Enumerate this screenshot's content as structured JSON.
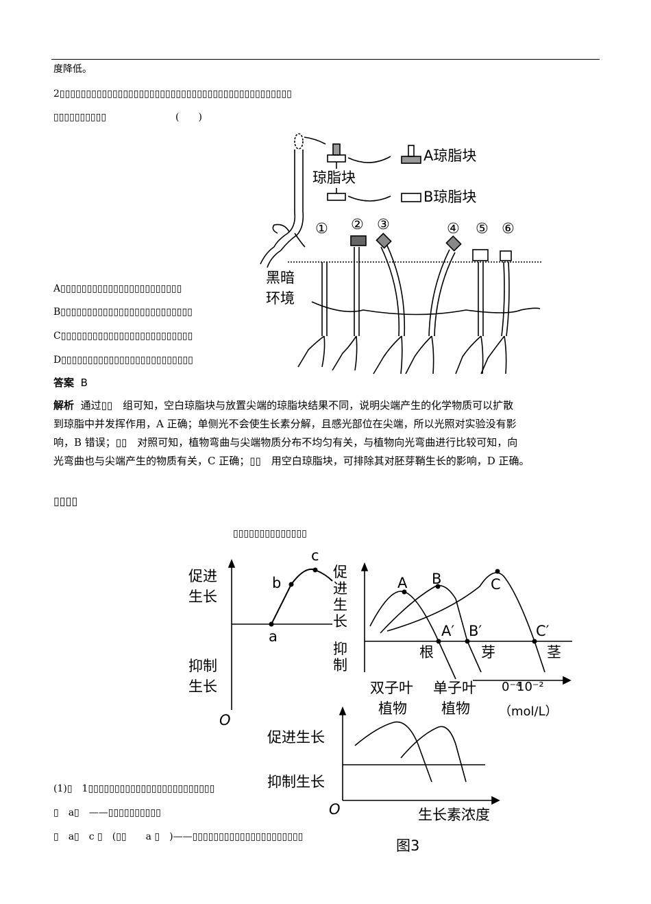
{
  "page": {
    "continuation": "度降低。",
    "q2_line1": "2▯▯▯▯▯▯▯▯▯▯▯▯▯▯▯▯▯▯▯▯▯▯▯▯▯▯▯▯▯▯▯▯▯▯▯▯▯▯▯▯▯▯▯▯",
    "q2_line2": "▯▯▯▯▯▯▯▯▯▯",
    "q2_paren": "(　　)",
    "options": [
      "A▯▯▯▯▯▯▯▯▯▯▯▯▯▯▯▯▯▯▯▯▯▯▯",
      "B▯▯▯▯▯▯▯▯▯▯▯▯▯▯▯▯▯▯▯▯▯▯▯▯▯",
      "C▯▯▯▯▯▯▯▯▯▯▯▯▯▯▯▯▯▯▯▯▯▯▯▯▯",
      "D▯▯▯▯▯▯▯▯▯▯▯▯▯▯▯▯▯▯▯▯▯▯▯▯▯"
    ],
    "answer_label": "答案",
    "answer_value": "B",
    "analysis_label": "解析",
    "analysis_lines": [
      "通过▯▯　组可知，空白琼脂块与放置尖端的琼脂块结果不同，说明尖端产生的化学物质可以扩散",
      "到琼脂中并发挥作用，A 正确；单侧光不会使生长素分解，且感光部位在尖端，所以光照对实验没有影",
      "响，B 错误；▯▯　对照可知，植物弯曲与尖端物质分布不均匀有关，与植物向光弯曲进行比较可知，向",
      "光弯曲也与尖端产生的物质有关，C 正确；▯▯　用空白琼脂块，可排除其对胚芽鞘生长的影响，D 正确。"
    ],
    "section_heading": "▯▯▯▯",
    "figure_caption": "▯▯▯▯▯▯▯▯▯▯▯▯▯▯",
    "bottom_lines": [
      "(1)▯　1▯▯▯▯▯▯▯▯▯▯▯▯▯▯▯▯▯▯▯▯▯▯▯▯",
      "▯　a▯　——▯▯▯▯▯▯▯▯▯▯",
      "▯　a▯　c ▯　(▯▯　　a ▯　)——▯▯▯▯▯▯▯▯▯▯▯▯▯▯▯▯▯▯▯▯▯"
    ]
  },
  "figure_top": {
    "agar_label": "琼脂块",
    "agar_a": "A琼脂块",
    "agar_b": "B琼脂块",
    "dark_env_1": "黑暗",
    "dark_env_2": "环境",
    "numbers": [
      "①",
      "②",
      "③",
      "④",
      "⑤",
      "⑥"
    ]
  },
  "fig1": {
    "promote_1": "促进",
    "promote_2": "生长",
    "inhibit_1": "抑制",
    "inhibit_2": "生长",
    "origin": "O",
    "points": [
      "a",
      "b",
      "c"
    ]
  },
  "fig2": {
    "promote_chars": [
      "促",
      "进",
      "生",
      "长"
    ],
    "inhibit_chars": [
      "抑",
      "制"
    ],
    "peaks": [
      "A",
      "B",
      "C"
    ],
    "crossings": [
      "A′",
      "B′",
      "C′"
    ],
    "organs": [
      "根",
      "芽",
      "茎"
    ],
    "axis_tick_partial": "0⁻⁴",
    "axis_tick": "10⁻²",
    "unit": "（mol/L）"
  },
  "fig3": {
    "dicot_1": "双子叶",
    "dicot_2": "植物",
    "monocot_1": "单子叶",
    "monocot_2": "植物",
    "promote": "促进生长",
    "inhibit": "抑制生长",
    "origin": "O",
    "xlabel": "生长素浓度",
    "caption": "图3"
  }
}
